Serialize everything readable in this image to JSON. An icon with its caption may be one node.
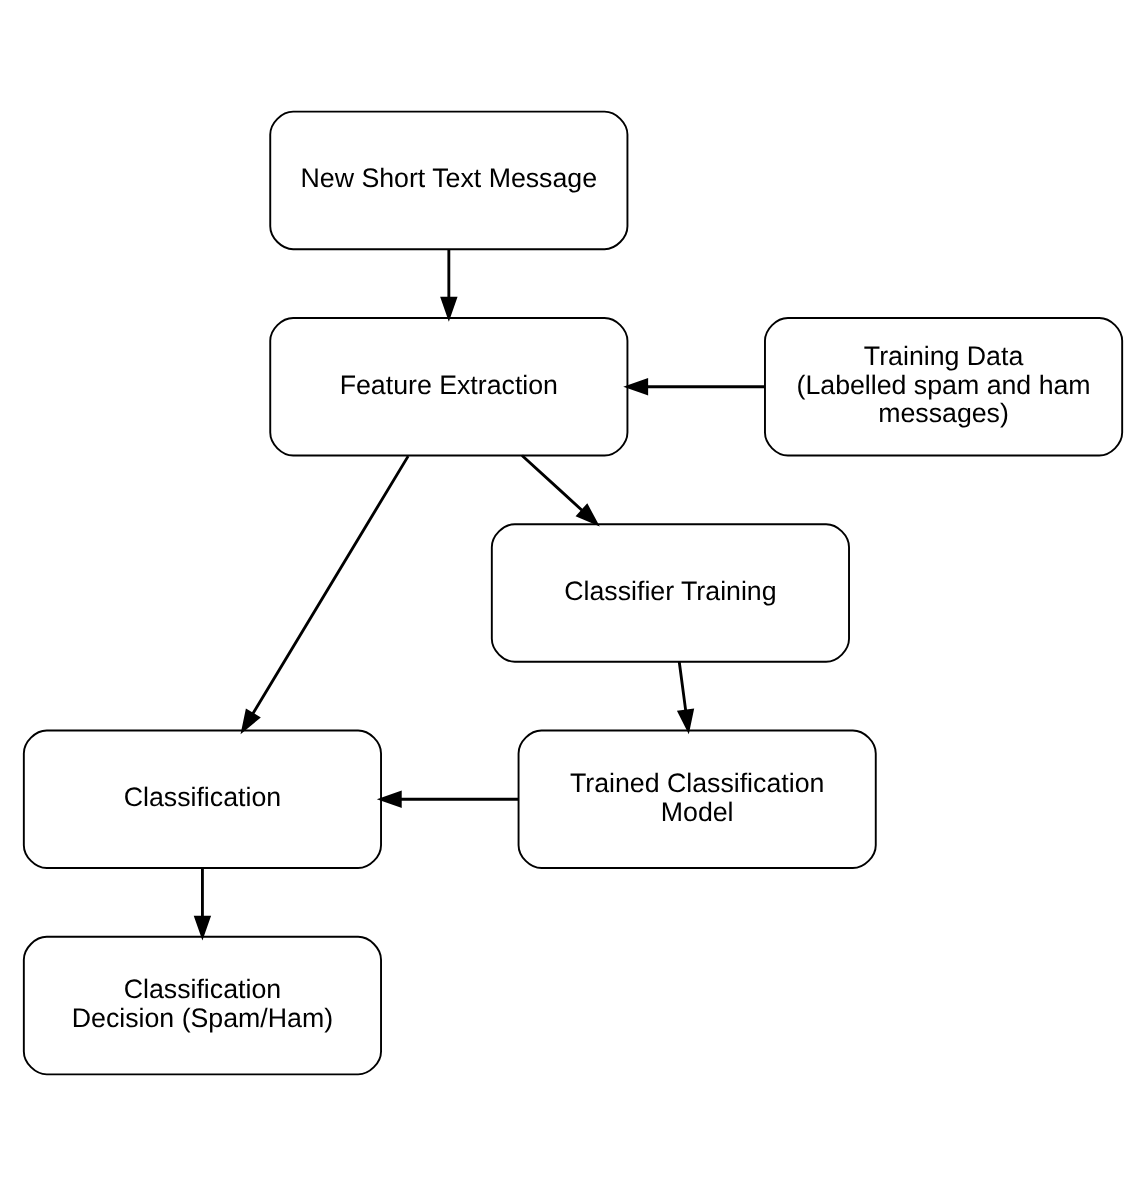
{
  "diagram": {
    "nodes": [
      {
        "text": [
          "New Short Text Message"
        ]
      },
      {
        "text": [
          "Feature Extraction"
        ]
      },
      {
        "text": [
          "Training Data (Labelled spam and ham messages)"
        ]
      },
      {
        "text": [
          "Classifier Training"
        ]
      },
      {
        "text": [
          "Classification"
        ]
      },
      {
        "text": [
          "Trained Classification Model"
        ]
      },
      {
        "text": [
          "Classification Decision (Spam/Ham)"
        ]
      }
    ],
    "edges": [
      {
        "from": 0,
        "to": 1,
        "arrow": "to"
      },
      {
        "from": 2,
        "to": 1,
        "arrow": "to"
      },
      {
        "from": 1,
        "to": 3,
        "arrow": "to"
      },
      {
        "from": 1,
        "to": 4,
        "arrow": "to"
      },
      {
        "from": 3,
        "to": 5,
        "arrow": "to"
      },
      {
        "from": 5,
        "to": 4,
        "arrow": "to"
      },
      {
        "from": 4,
        "to": 6,
        "arrow": "to"
      }
    ]
  }
}
